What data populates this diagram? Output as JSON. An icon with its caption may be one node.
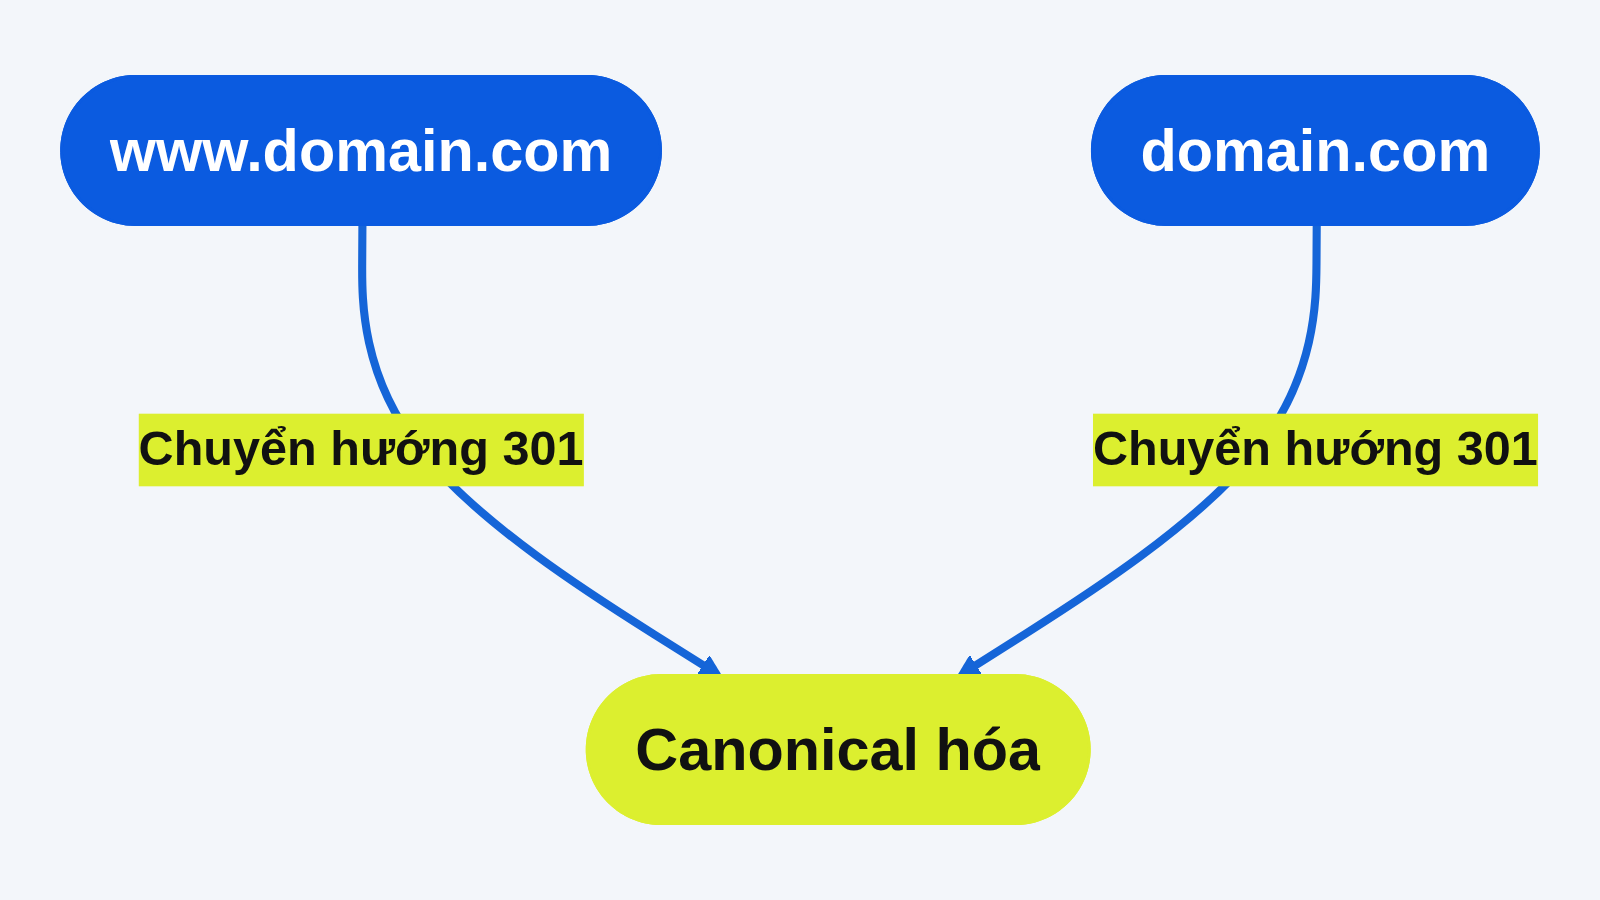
{
  "diagram": {
    "nodes": [
      {
        "text": [
          "www.domain.com"
        ]
      },
      {
        "text": [
          "domain.com"
        ]
      },
      {
        "text": [
          "Canonical hóa"
        ]
      }
    ],
    "edges": [
      {
        "from": 0,
        "to": 2,
        "arrow": "to",
        "label": "Chuyển hướng 301"
      },
      {
        "from": 1,
        "to": 2,
        "arrow": "to",
        "label": "Chuyển hướng 301"
      }
    ]
  }
}
